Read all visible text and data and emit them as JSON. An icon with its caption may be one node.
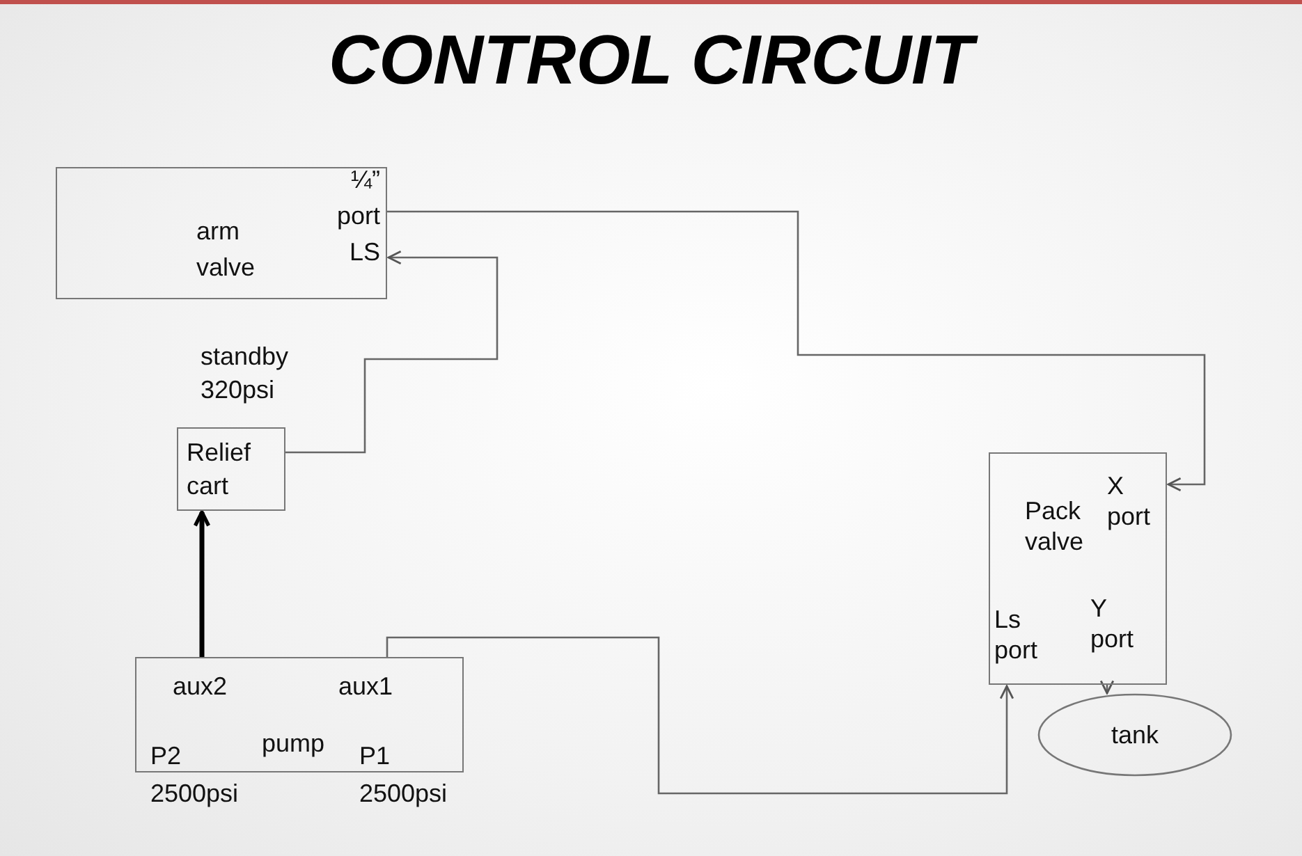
{
  "diagram": {
    "title": "CONTROL CIRCUIT",
    "nodes": [
      {
        "text": [
          "arm valve",
          "¼” port LS"
        ]
      },
      {
        "text": [
          "Relief cart"
        ],
        "beside": [
          "standby 320psi"
        ]
      },
      {
        "text": [
          "aux2",
          "aux1",
          "pump",
          "P2",
          "P1"
        ],
        "beside": [
          "2500psi",
          "2500psi"
        ]
      },
      {
        "text": [
          "Pack valve",
          "X port",
          "Ls port",
          "Y port"
        ]
      },
      {
        "text": [
          "tank"
        ]
      }
    ],
    "edges": [
      {
        "from": 0,
        "to": 3,
        "arrow": "to"
      },
      {
        "from": 1,
        "to": 0,
        "arrow": "to"
      },
      {
        "from": 2,
        "to": 1,
        "arrow": "to",
        "style": "thick",
        "color": "#000000"
      },
      {
        "from": 2,
        "to": 3,
        "arrow": "to"
      },
      {
        "from": 3,
        "to": 4,
        "arrow": "to"
      }
    ]
  }
}
